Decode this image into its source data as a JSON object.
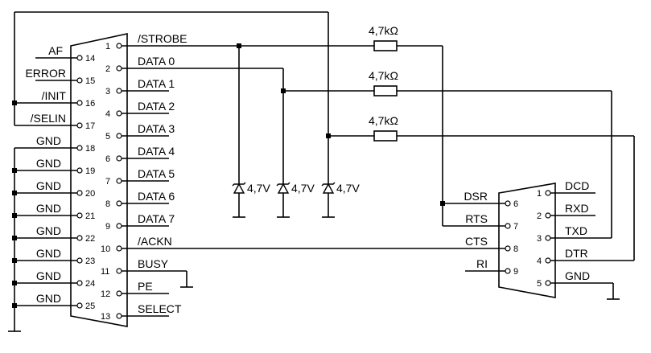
{
  "resistor_value": "4,7kΩ",
  "zener_value": "4,7V",
  "db25": {
    "left_pins": [
      {
        "num": "14",
        "label": "AF"
      },
      {
        "num": "15",
        "label": "ERROR"
      },
      {
        "num": "16",
        "label": "/INIT"
      },
      {
        "num": "17",
        "label": "/SELIN"
      },
      {
        "num": "18",
        "label": "GND"
      },
      {
        "num": "19",
        "label": "GND"
      },
      {
        "num": "20",
        "label": "GND"
      },
      {
        "num": "21",
        "label": "GND"
      },
      {
        "num": "22",
        "label": "GND"
      },
      {
        "num": "23",
        "label": "GND"
      },
      {
        "num": "24",
        "label": "GND"
      },
      {
        "num": "25",
        "label": "GND"
      }
    ],
    "right_pins": [
      {
        "num": "1",
        "label": "/STROBE"
      },
      {
        "num": "2",
        "label": "DATA 0"
      },
      {
        "num": "3",
        "label": "DATA 1"
      },
      {
        "num": "4",
        "label": "DATA 2"
      },
      {
        "num": "5",
        "label": "DATA 3"
      },
      {
        "num": "6",
        "label": "DATA 4"
      },
      {
        "num": "7",
        "label": "DATA 5"
      },
      {
        "num": "8",
        "label": "DATA 6"
      },
      {
        "num": "9",
        "label": "DATA 7"
      },
      {
        "num": "10",
        "label": "/ACKN"
      },
      {
        "num": "11",
        "label": "BUSY"
      },
      {
        "num": "12",
        "label": "PE"
      },
      {
        "num": "13",
        "label": "SELECT"
      }
    ]
  },
  "db9": {
    "left_pins": [
      {
        "num": "6",
        "label": "DSR"
      },
      {
        "num": "7",
        "label": "RTS"
      },
      {
        "num": "8",
        "label": "CTS"
      },
      {
        "num": "9",
        "label": "RI"
      }
    ],
    "right_pins": [
      {
        "num": "1",
        "label": "DCD"
      },
      {
        "num": "2",
        "label": "RXD"
      },
      {
        "num": "3",
        "label": "TXD"
      },
      {
        "num": "4",
        "label": "DTR"
      },
      {
        "num": "5",
        "label": "GND"
      }
    ]
  }
}
